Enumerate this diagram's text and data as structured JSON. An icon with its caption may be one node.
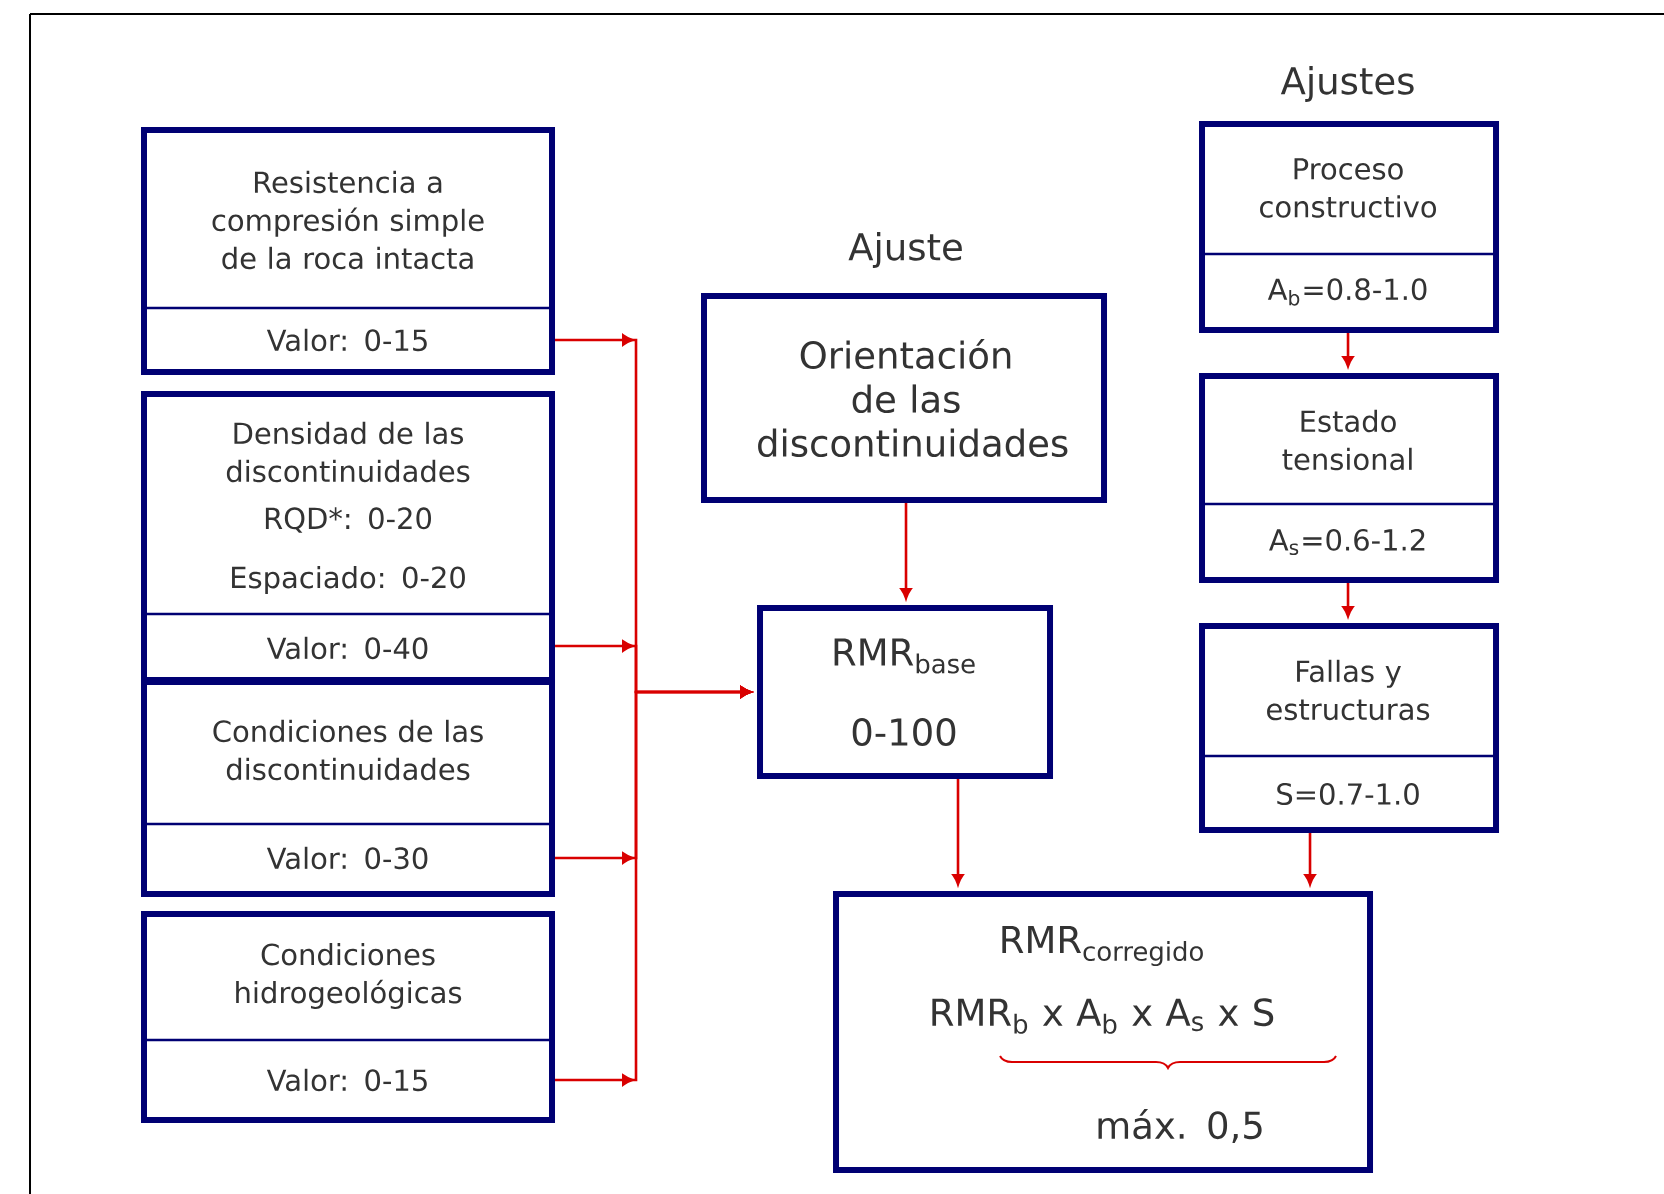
{
  "diagram": {
    "nodes": [
      {
        "text": [
          "Resistencia a compresión simple de la roca intacta",
          "Valor: 0-15"
        ]
      },
      {
        "text": [
          "Densidad de las discontinuidades",
          "RQD*: 0-20",
          "Espaciado: 0-20",
          "Valor: 0-40"
        ]
      },
      {
        "text": [
          "Condiciones de las discontinuidades",
          "Valor: 0-30"
        ]
      },
      {
        "text": [
          "Condiciones hidrogeológicas",
          "Valor: 0-15"
        ]
      },
      {
        "text": [
          "Ajuste",
          "Orientación de las discontinuidades"
        ]
      },
      {
        "text": [
          "\\text{RMR}_{\\text{base}}",
          "0-100"
        ]
      },
      {
        "text": [
          "Proceso constructivo",
          "A$_{b}$=0.8-1.0"
        ],
        "beside": [
          "Ajustes"
        ]
      },
      {
        "text": [
          "Estado tensional",
          "A$_{s}$=0.6-1.2"
        ]
      },
      {
        "text": [
          "Fallas y estructuras",
          "S=0.7-1.0"
        ]
      },
      {
        "text": [
          "\\text{RMR}_{\\text{corregido}}",
          "\\text{RMR}_{\\text{b}}\\text{ x A}_{\\text{b}}\\text{ x A}_{\\text{s}}\\text{ x S}",
          "máx. 0,5"
        ]
      }
    ],
    "edges": [
      {
        "from": 0,
        "to": 5,
        "arrow": "to"
      },
      {
        "from": 1,
        "to": 5,
        "arrow": "to"
      },
      {
        "from": 2,
        "to": 5,
        "arrow": "to"
      },
      {
        "from": 3,
        "to": 5,
        "arrow": "to"
      },
      {
        "from": 4,
        "to": 5,
        "arrow": "to"
      },
      {
        "from": 6,
        "to": 7,
        "arrow": "to"
      },
      {
        "from": 7,
        "to": 8,
        "arrow": "to"
      },
      {
        "from": 8,
        "to": 9,
        "arrow": "to"
      },
      {
        "from": 5,
        "to": 9,
        "arrow": "to"
      }
    ]
  }
}
